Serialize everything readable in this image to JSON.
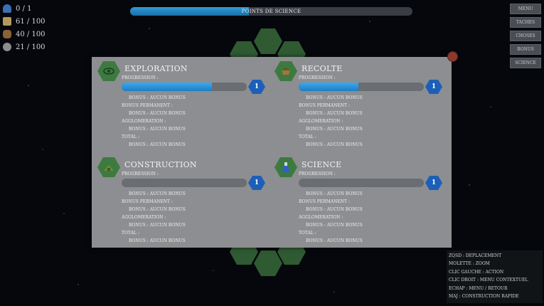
{
  "resources": [
    {
      "icon": "population-icon",
      "value": "0 / 1"
    },
    {
      "icon": "food-icon",
      "value": "61 / 100"
    },
    {
      "icon": "wood-icon",
      "value": "40 / 100"
    },
    {
      "icon": "stone-icon",
      "value": "21 / 100"
    }
  ],
  "science_bar": {
    "label": "POINTS DE SCIENCE",
    "progress": 0.42
  },
  "menu": [
    "MENU",
    "TACHES",
    "CHOSES",
    "BONUS",
    "SCIENCE"
  ],
  "panel": {
    "cards": [
      {
        "title": "EXPLORATION",
        "icon": "eye-icon",
        "progress_label": "PROGRESSION :",
        "progress": 0.72,
        "level": "1",
        "bonus": "BONUS : AUCUN BONUS",
        "permanent_label": "BONUS PERMANENT :",
        "permanent": "BONUS : AUCUN BONUS",
        "agglo_label": "AGGLOMERATION :",
        "agglo": "BONUS : AUCUN BONUS",
        "total_label": "TOTAL :",
        "total": "BONUS : AUCUN BONUS"
      },
      {
        "title": "RECOLTE",
        "icon": "basket-icon",
        "progress_label": "PROGRESSION :",
        "progress": 0.48,
        "level": "1",
        "bonus": "BONUS : AUCUN BONUS",
        "permanent_label": "BONUS PERMANENT :",
        "permanent": "BONUS : AUCUN BONUS",
        "agglo_label": "AGGLOMERATION :",
        "agglo": "BONUS : AUCUN BONUS",
        "total_label": "TOTAL :",
        "total": "BONUS : AUCUN BONUS"
      },
      {
        "title": "CONSTRUCTION",
        "icon": "build-icon",
        "progress_label": "PROGRESSION :",
        "progress": 0,
        "level": "1",
        "bonus": "BONUS : AUCUN BONUS",
        "permanent_label": "BONUS PERMANENT :",
        "permanent": "BONUS : AUCUN BONUS",
        "agglo_label": "AGGLOMERATION :",
        "agglo": "BONUS : AUCUN BONUS",
        "total_label": "TOTAL :",
        "total": "BONUS : AUCUN BONUS"
      },
      {
        "title": "SCIENCE",
        "icon": "flask-icon",
        "progress_label": "PROGRESSION :",
        "progress": 0,
        "level": "1",
        "bonus": "BONUS : AUCUN BONUS",
        "permanent_label": "BONUS PERMANENT :",
        "permanent": "BONUS : AUCUN BONUS",
        "agglo_label": "AGGLOMERATION :",
        "agglo": "BONUS : AUCUN BONUS",
        "total_label": "TOTAL :",
        "total": "BONUS : AUCUN BONUS"
      }
    ]
  },
  "controls_help": [
    "ZQSD : DEPLACEMENT",
    "MOLETTE : ZOOM",
    "CLIC GAUCHE : ACTION",
    "CLIC DROIT : MENU CONTEXTUEL",
    "ECHAP : MENU / RETOUR",
    "MAJ : CONSTRUCTION RAPIDE"
  ]
}
